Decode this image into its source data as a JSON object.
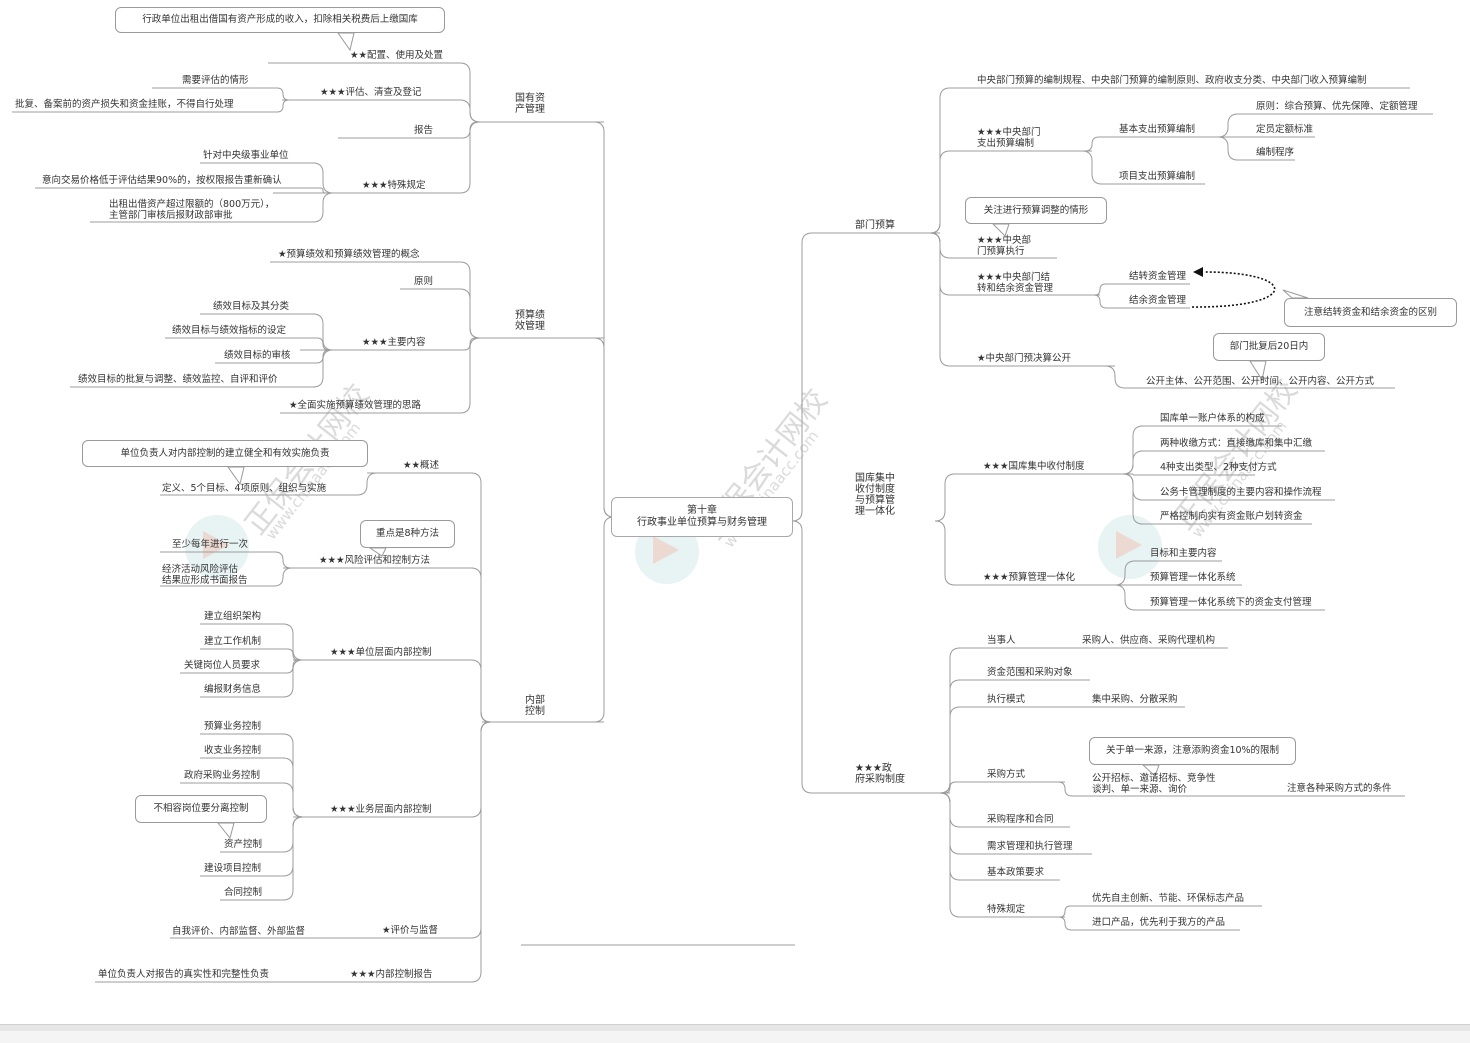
{
  "center": {
    "chapter": "第十章",
    "title": "行政事业单位预算与财务管理"
  },
  "watermark": {
    "cn": "正保会计网校",
    "url": "www.chinaacc.com"
  },
  "left": {
    "assets": {
      "title": "国有资\n产管理",
      "note": "行政单位出租出借国有资产形成的收入，扣除相关税费后上缴国库",
      "items": [
        {
          "label": "★★配置、使用及处置"
        },
        {
          "label": "★★★评估、清查及登记",
          "children": [
            "需要评估的情形",
            "批复、备案前的资产损失和资金挂账，不得自行处理"
          ]
        },
        {
          "label": "报告"
        },
        {
          "label": "★★★特殊规定",
          "children": [
            "针对中央级事业单位",
            "意向交易价格低于评估结果90%的，按权限报告重新确认",
            "出租出借资产超过限额的（800万元），\n主管部门审核后报财政部审批"
          ]
        }
      ]
    },
    "performance": {
      "title": "预算绩\n效管理",
      "items": [
        {
          "label": "★预算绩效和预算绩效管理的概念"
        },
        {
          "label": "原则"
        },
        {
          "label": "★★★主要内容",
          "children": [
            "绩效目标及其分类",
            "绩效目标与绩效指标的设定",
            "绩效目标的审核",
            "绩效目标的批复与调整、绩效监控、自评和评价"
          ]
        },
        {
          "label": "★全面实施预算绩效管理的思路"
        }
      ]
    },
    "control": {
      "title": "内部\n控制",
      "items": [
        {
          "label": "★★概述",
          "note": "单位负责人对内部控制的建立健全和有效实施负责",
          "children": [
            "定义、5个目标、4项原则、组织与实施"
          ]
        },
        {
          "label": "★★★风险评估和控制方法",
          "note": "重点是8种方法",
          "children": [
            "至少每年进行一次",
            "经济活动风险评估\n结果应形成书面报告"
          ]
        },
        {
          "label": "★★★单位层面内部控制",
          "children": [
            "建立组织架构",
            "建立工作机制",
            "关键岗位人员要求",
            "编报财务信息"
          ]
        },
        {
          "label": "★★★业务层面内部控制",
          "note": "不相容岗位要分离控制",
          "children": [
            "预算业务控制",
            "收支业务控制",
            "政府采购业务控制",
            "资产控制",
            "建设项目控制",
            "合同控制"
          ]
        },
        {
          "label": "★评价与监督",
          "children": [
            "自我评价、内部监督、外部监督"
          ]
        },
        {
          "label": "★★★内部控制报告",
          "children": [
            "单位负责人对报告的真实性和完整性负责"
          ]
        }
      ]
    }
  },
  "right": {
    "dept": {
      "title": "部门预算",
      "items": [
        {
          "label": "中央部门预算的编制规程、中央部门预算的编制原则、政府收支分类、中央部门收入预算编制"
        },
        {
          "label": "★★★中央部门\n支出预算编制",
          "children": [
            {
              "label": "基本支出预算编制",
              "children": [
                "原则：综合预算、优先保障、定额管理",
                "定员定额标准",
                "编制程序"
              ]
            },
            {
              "label": "项目支出预算编制"
            }
          ]
        },
        {
          "label": "★★★中央部\n门预算执行",
          "note": "关注进行预算调整的情形"
        },
        {
          "label": "★★★中央部门结\n转和结余资金管理",
          "note": "注意结转资金和结余资金的区别",
          "children": [
            "结转资金管理",
            "结余资金管理"
          ]
        },
        {
          "label": "★中央部门预决算公开",
          "note": "部门批复后20日内",
          "children": [
            "公开主体、公开范围、公开时间、公开内容、公开方式"
          ]
        }
      ]
    },
    "treasury": {
      "title": "国库集中\n收付制度\n与预算管\n理一体化",
      "items": [
        {
          "label": "★★★国库集中收付制度",
          "children": [
            "国库单一账户体系的构成",
            "两种收缴方式：直接缴库和集中汇缴",
            "4种支出类型、2种支付方式",
            "公务卡管理制度的主要内容和操作流程",
            "严格控制向实有资金账户划转资金"
          ]
        },
        {
          "label": "★★★预算管理一体化",
          "children": [
            "目标和主要内容",
            "预算管理一体化系统",
            "预算管理一体化系统下的资金支付管理"
          ]
        }
      ]
    },
    "procurement": {
      "title": "★★★政\n府采购制度",
      "items": [
        {
          "label": "当事人",
          "children": [
            "采购人、供应商、采购代理机构"
          ]
        },
        {
          "label": "资金范围和采购对象"
        },
        {
          "label": "执行模式",
          "children": [
            "集中采购、分散采购"
          ]
        },
        {
          "label": "采购方式",
          "note": "关于单一来源，注意添购资金10%的限制",
          "children": [
            "公开招标、邀请招标、竞争性\n谈判、单一来源、询价"
          ],
          "extra": "注意各种采购方式的条件"
        },
        {
          "label": "采购程序和合同"
        },
        {
          "label": "需求管理和执行管理"
        },
        {
          "label": "基本政策要求"
        },
        {
          "label": "特殊规定",
          "children": [
            "优先自主创新、节能、环保标志产品",
            "进口产品，优先利于我方的产品"
          ]
        }
      ]
    }
  }
}
